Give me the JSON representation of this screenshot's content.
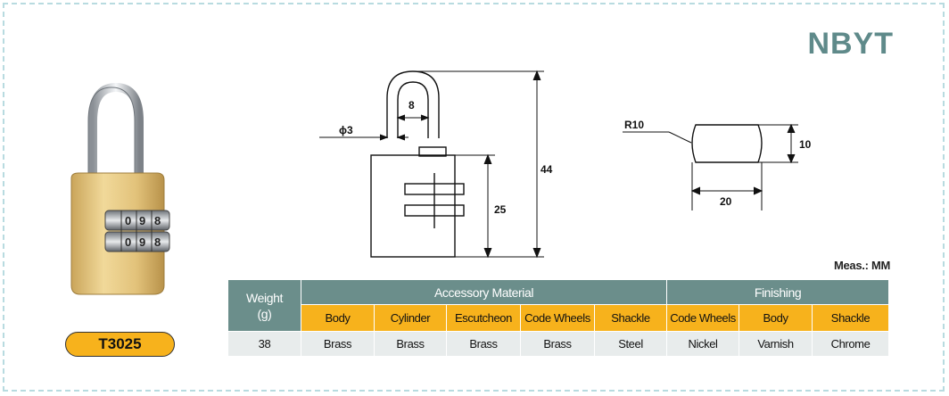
{
  "brand": "NBYT",
  "model": "T3025",
  "unit_note": "Meas.: MM",
  "front_drawing": {
    "dim_shackle_diameter": "ϕ3",
    "dim_shackle_width": "8",
    "dim_total_height": "44",
    "dim_body_height": "25"
  },
  "side_drawing": {
    "dim_radius": "R10",
    "dim_thickness": "10",
    "dim_width": "20"
  },
  "lock_photo": {
    "wheel_digits": [
      "0",
      "9",
      "8"
    ]
  },
  "table": {
    "weight_header": [
      "Weight",
      "(g)"
    ],
    "group_accessory": "Accessory Material",
    "group_finishing": "Finishing",
    "subheaders": [
      "Body",
      "Cylinder",
      "Escutcheon",
      "Code Wheels",
      "Shackle",
      "Code Wheels",
      "Body",
      "Shackle"
    ],
    "values": [
      "38",
      "Brass",
      "Brass",
      "Brass",
      "Brass",
      "Steel",
      "Nickel",
      "Varnish",
      "Chrome"
    ]
  },
  "colors": {
    "table_header": "#6b8e8b",
    "subheader": "#f7b21c",
    "data_row": "#e8ecec",
    "frame_border": "#b8dbe0",
    "brand_text": "#5f8a8a"
  }
}
